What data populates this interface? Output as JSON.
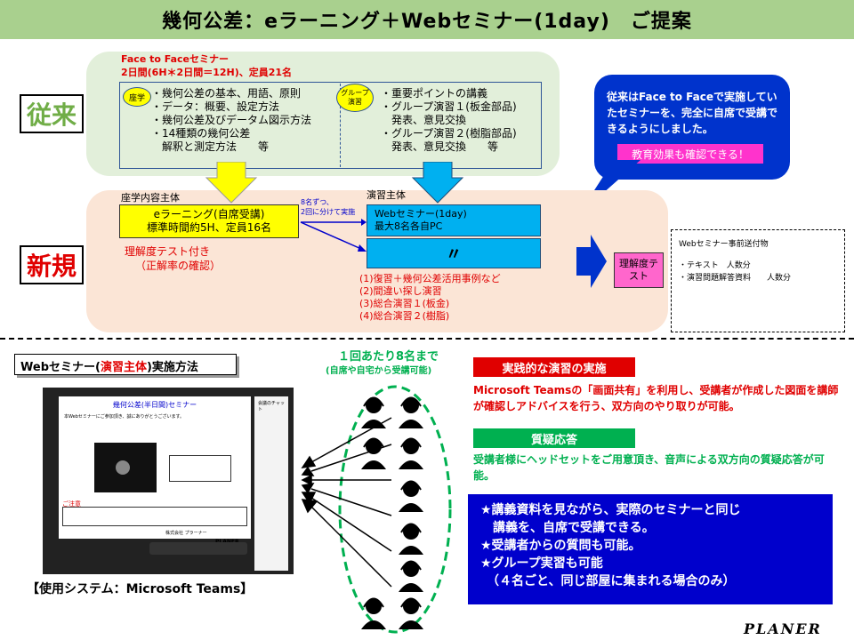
{
  "title": "幾何公差：eラーニング＋Webセミナー(1day)　ご提案",
  "old": {
    "tag": "従来",
    "seminar_title": "Face to Faceセミナー",
    "seminar_detail": "2日間(6H＊2日間＝12H)、定員21名",
    "lecture_badge": "座学",
    "lecture_items": [
      "・幾何公差の基本、用語、原則",
      "・データ：概要、設定方法",
      "・幾何公差及びデータム図示方法",
      "・14種類の幾何公差",
      "　解釈と測定方法　　等"
    ],
    "group_badge": "グループ演習",
    "group_items": [
      "・重要ポイントの講義",
      "・グループ演習１(板金部品)",
      "　発表、意見交換",
      "・グループ演習２(樹脂部品)",
      "　発表、意見交換　　等"
    ]
  },
  "callout": {
    "text": "従来はFace to Faceで実施していたセミナーを、完全に自席で受講できるようにしました。",
    "button": "教育効果も確認できる！"
  },
  "new": {
    "tag": "新規",
    "left_label": "座学内容主体",
    "elearn_line1": "eラーニング(自席受講)",
    "elearn_line2": "標準時間約5H、定員16名",
    "test_note1": "理解度テスト付き",
    "test_note2": "（正解率の確認）",
    "split_note1": "8名ずつ、",
    "split_note2": "2回に分けて実施",
    "right_label": "演習主体",
    "web_line1": "Webセミナー(1day)",
    "web_line2": "最大8名各自PC",
    "ditto": "〃",
    "web_items": [
      "(1)復習＋幾何公差活用事例など",
      "(2)間違い探し演習",
      "(3)総合演習１(板金)",
      "(4)総合演習２(樹脂)"
    ],
    "test_box": "理解度テスト",
    "ship_title": "Webセミナー事前送付物",
    "ship_items": [
      "・テキスト　人数分",
      "・演習問題解答資料　　人数分"
    ]
  },
  "bottom": {
    "method_title_a": "Webセミナー(",
    "method_title_b": "演習主体",
    "method_title_c": ")実施方法",
    "system": "【使用システム：Microsoft Teams】",
    "capacity1": "１回あたり8名まで",
    "capacity2": "(自席や自宅から受講可能)",
    "practice_head": "実践的な演習の実施",
    "practice_text": "Microsoft Teamsの「画面共有」を利用し、受講者が作成した図面を講師が確認しアドバイスを行う、双方向のやり取りが可能。",
    "qa_head": "質疑応答",
    "qa_text": "受講者様にヘッドセットをご用意頂き、音声による双方向の質疑応答が可能。",
    "summary": [
      "★講義資料を見ながら、実際のセミナーと同じ",
      "　講義を、自席で受講できる。",
      "★受講者からの質問も可能。",
      "★グループ実習も可能",
      "　（４名ごと、同じ部屋に集まれる場合のみ）"
    ],
    "logo": "PLANER"
  },
  "teams": {
    "doc_title": "幾何公差(半日間)セミナー",
    "doc_para": "本Webセミナーにご参加頂き、誠にありがとうございます。",
    "notice": "ご注意",
    "panel_title": "会議のチャット",
    "footer": "株式会社 プラーナー",
    "logo": "PLANER"
  },
  "colors": {
    "title_bg": "#a9d08e",
    "accent_red": "#e00000",
    "accent_green": "#70ad47",
    "accent_blue": "#0000cc"
  }
}
